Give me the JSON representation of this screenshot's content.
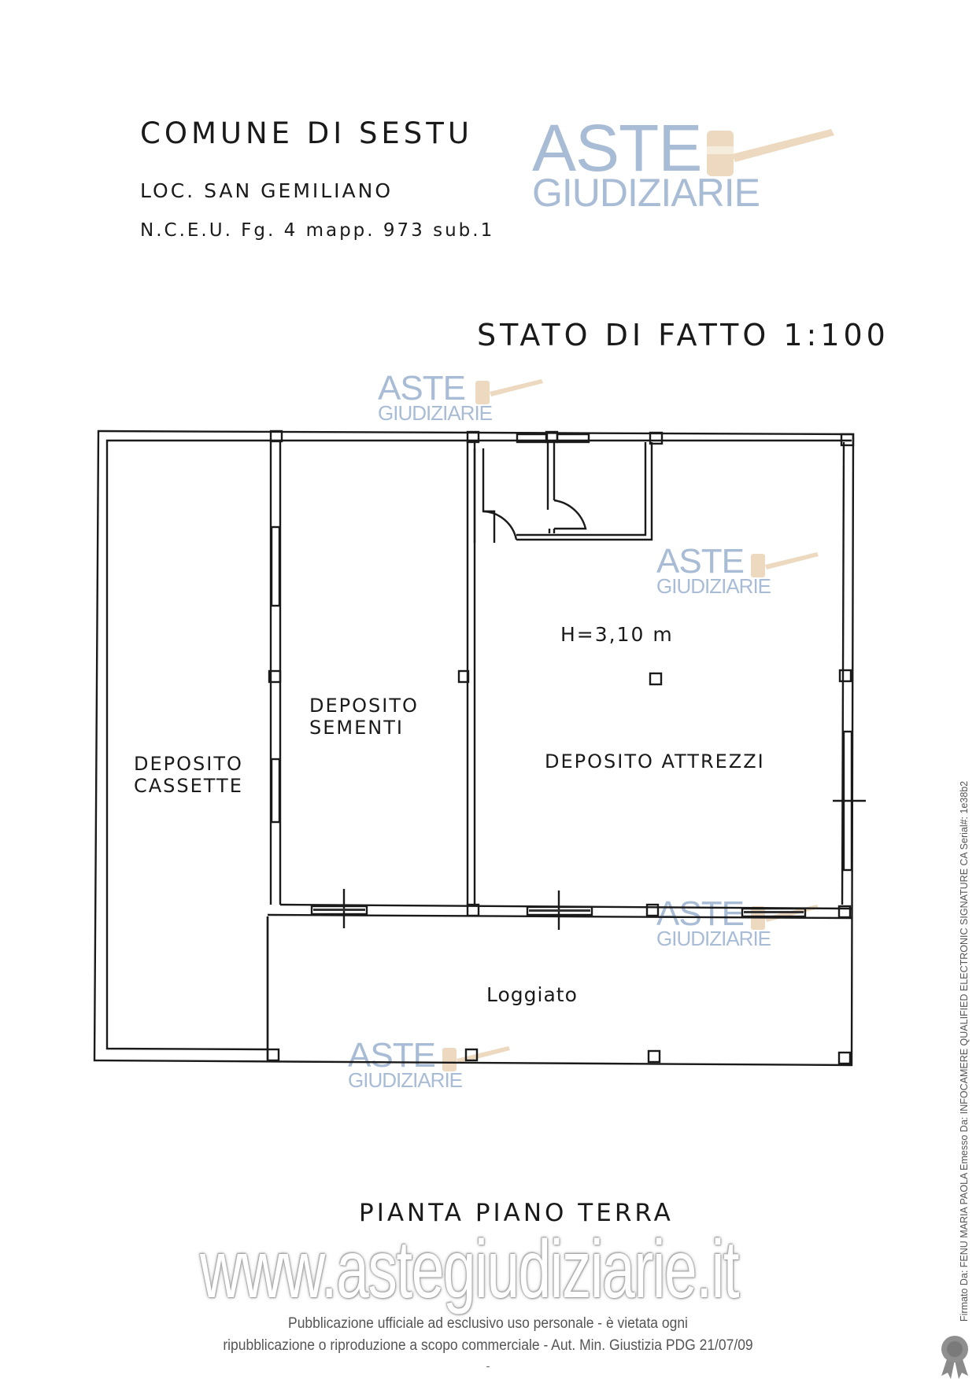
{
  "header": {
    "municipality": "COMUNE DI SESTU",
    "locality": "LOC. SAN GEMILIANO",
    "cadastral_ref": "N.C.E.U. Fg. 4 mapp. 973 sub.1"
  },
  "drawing": {
    "title": "STATO DI FATTO 1:100",
    "plan_title": "PIANTA PIANO TERRA",
    "ceiling_height": "H=3,10 m"
  },
  "rooms": {
    "cassette": [
      "DEPOSITO",
      "CASSETTE"
    ],
    "sementi": [
      "DEPOSITO",
      "SEMENTI"
    ],
    "attrezzi": "DEPOSITO ATTREZZI",
    "loggiato": "Loggiato"
  },
  "watermark": {
    "brand_line1": "ASTE",
    "brand_line2": "GIUDIZIARIE",
    "site": "www.astegiudiziarie.it",
    "brand_color": "#a9bcd6",
    "gavel_color": "#ecd9bf"
  },
  "footer": {
    "line1": "Pubblicazione ufficiale ad esclusivo uso personale - è vietata ogni",
    "line2": "ripubblicazione o riproduzione a scopo commerciale - Aut. Min. Giustizia PDG 21/07/09",
    "line3": "-"
  },
  "signature": {
    "text": "Firmato Da: FENU MARIA PAOLA Emesso Da: INFOCAMERE QUALIFIED ELECTRONIC SIGNATURE CA Serial#: 1e38b2",
    "seal_icon": "ribbon-seal-icon"
  }
}
